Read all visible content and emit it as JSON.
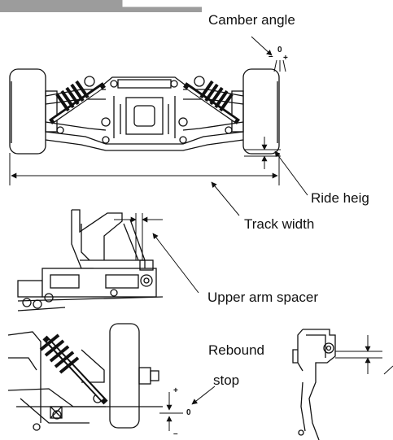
{
  "labels": {
    "camber_angle": "Camber angle",
    "ride_height": "Ride heig",
    "track_width": "Track width",
    "upper_arm_spacer": "Upper arm spacer",
    "rebound_line1": "Rebound",
    "rebound_line2": "stop"
  },
  "camber_scale": {
    "zero": "0",
    "minus": "–",
    "plus": "+"
  },
  "rebound_scale": {
    "zero": "0",
    "minus": "–",
    "plus": "+"
  },
  "colors": {
    "ink": "#111111",
    "header_bar": "#9c9c9c"
  }
}
